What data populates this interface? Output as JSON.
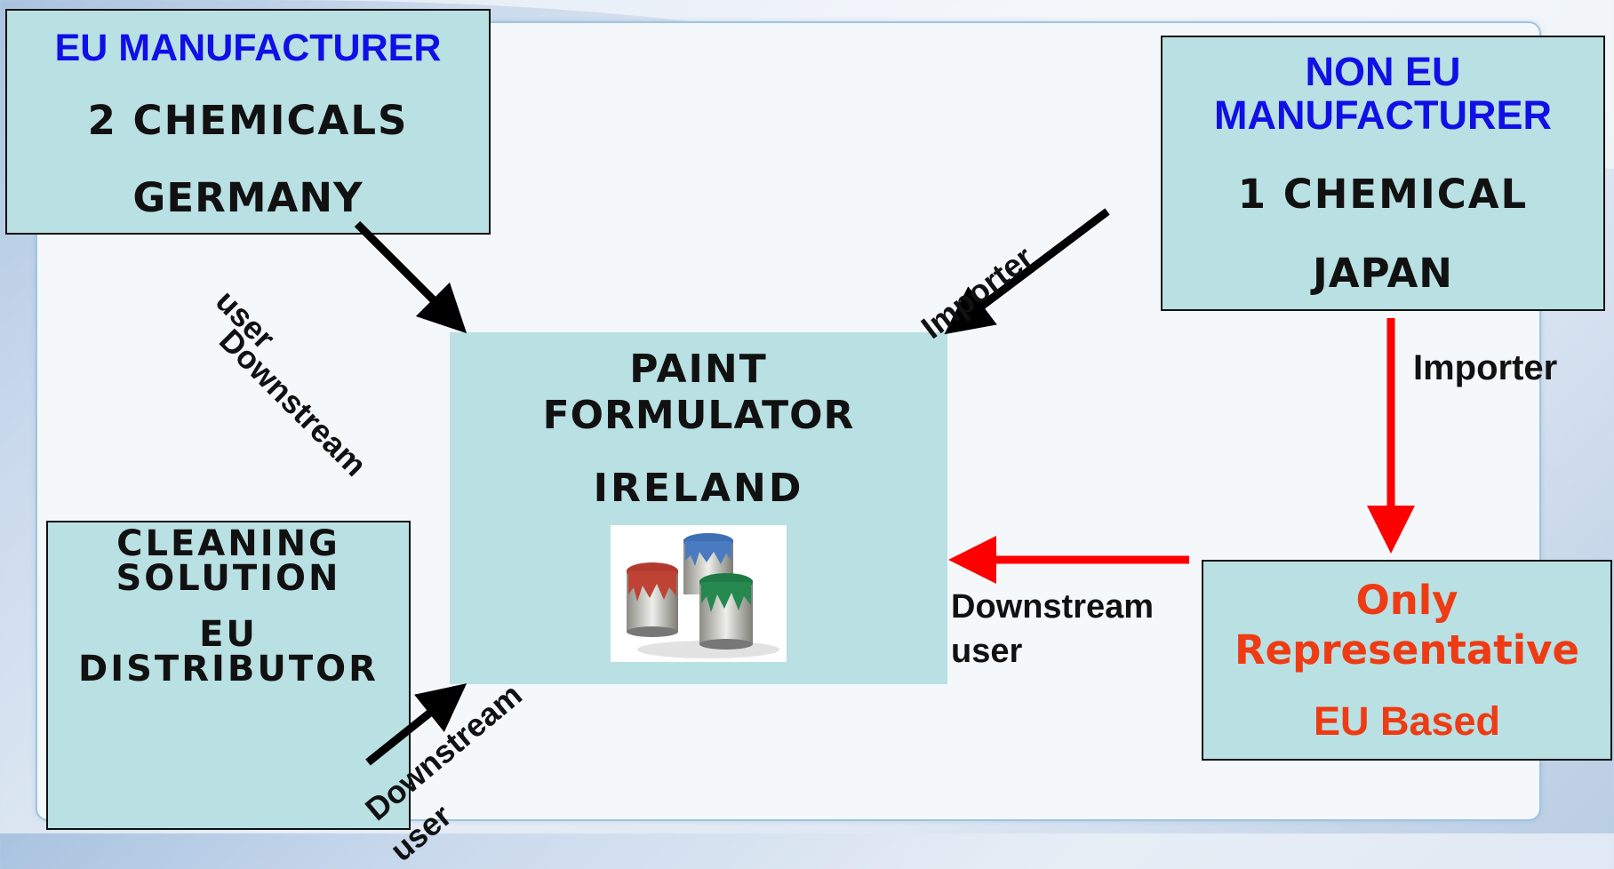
{
  "eu_manufacturer": {
    "title": "EU MANUFACTURER",
    "chemicals": "2 CHEMICALS",
    "country": "GERMANY"
  },
  "non_eu_manufacturer": {
    "title_line1": "NON EU",
    "title_line2": "MANUFACTURER",
    "chemicals": "1 CHEMICAL",
    "country": "JAPAN"
  },
  "paint_formulator": {
    "line1": "PAINT",
    "line2": "FORMULATOR",
    "country": "IRELAND",
    "image": "paint-cans-image"
  },
  "cleaning_solution": {
    "line1": "CLEANING",
    "line2": "SOLUTION",
    "line3": "EU",
    "line4": "DISTRIBUTOR"
  },
  "only_representative": {
    "line1": "Only",
    "line2": "Representative",
    "line3": "EU Based"
  },
  "arrow_labels": {
    "eu_to_formulator": {
      "line1": "Downstream",
      "line2": "user"
    },
    "japan_to_formulator": "Importer",
    "japan_to_or": "Importer",
    "or_to_formulator": {
      "line1": "Downstream",
      "line2": "user"
    },
    "formulator_to_cleaning": {
      "line1": "Downstream",
      "line2": "user"
    }
  },
  "colors": {
    "box_fill": "#b9e0e2",
    "blue_text": "#1010e6",
    "orange_text": "#ee3b14",
    "red_arrow": "#ff0000",
    "black_arrow": "#000000"
  }
}
